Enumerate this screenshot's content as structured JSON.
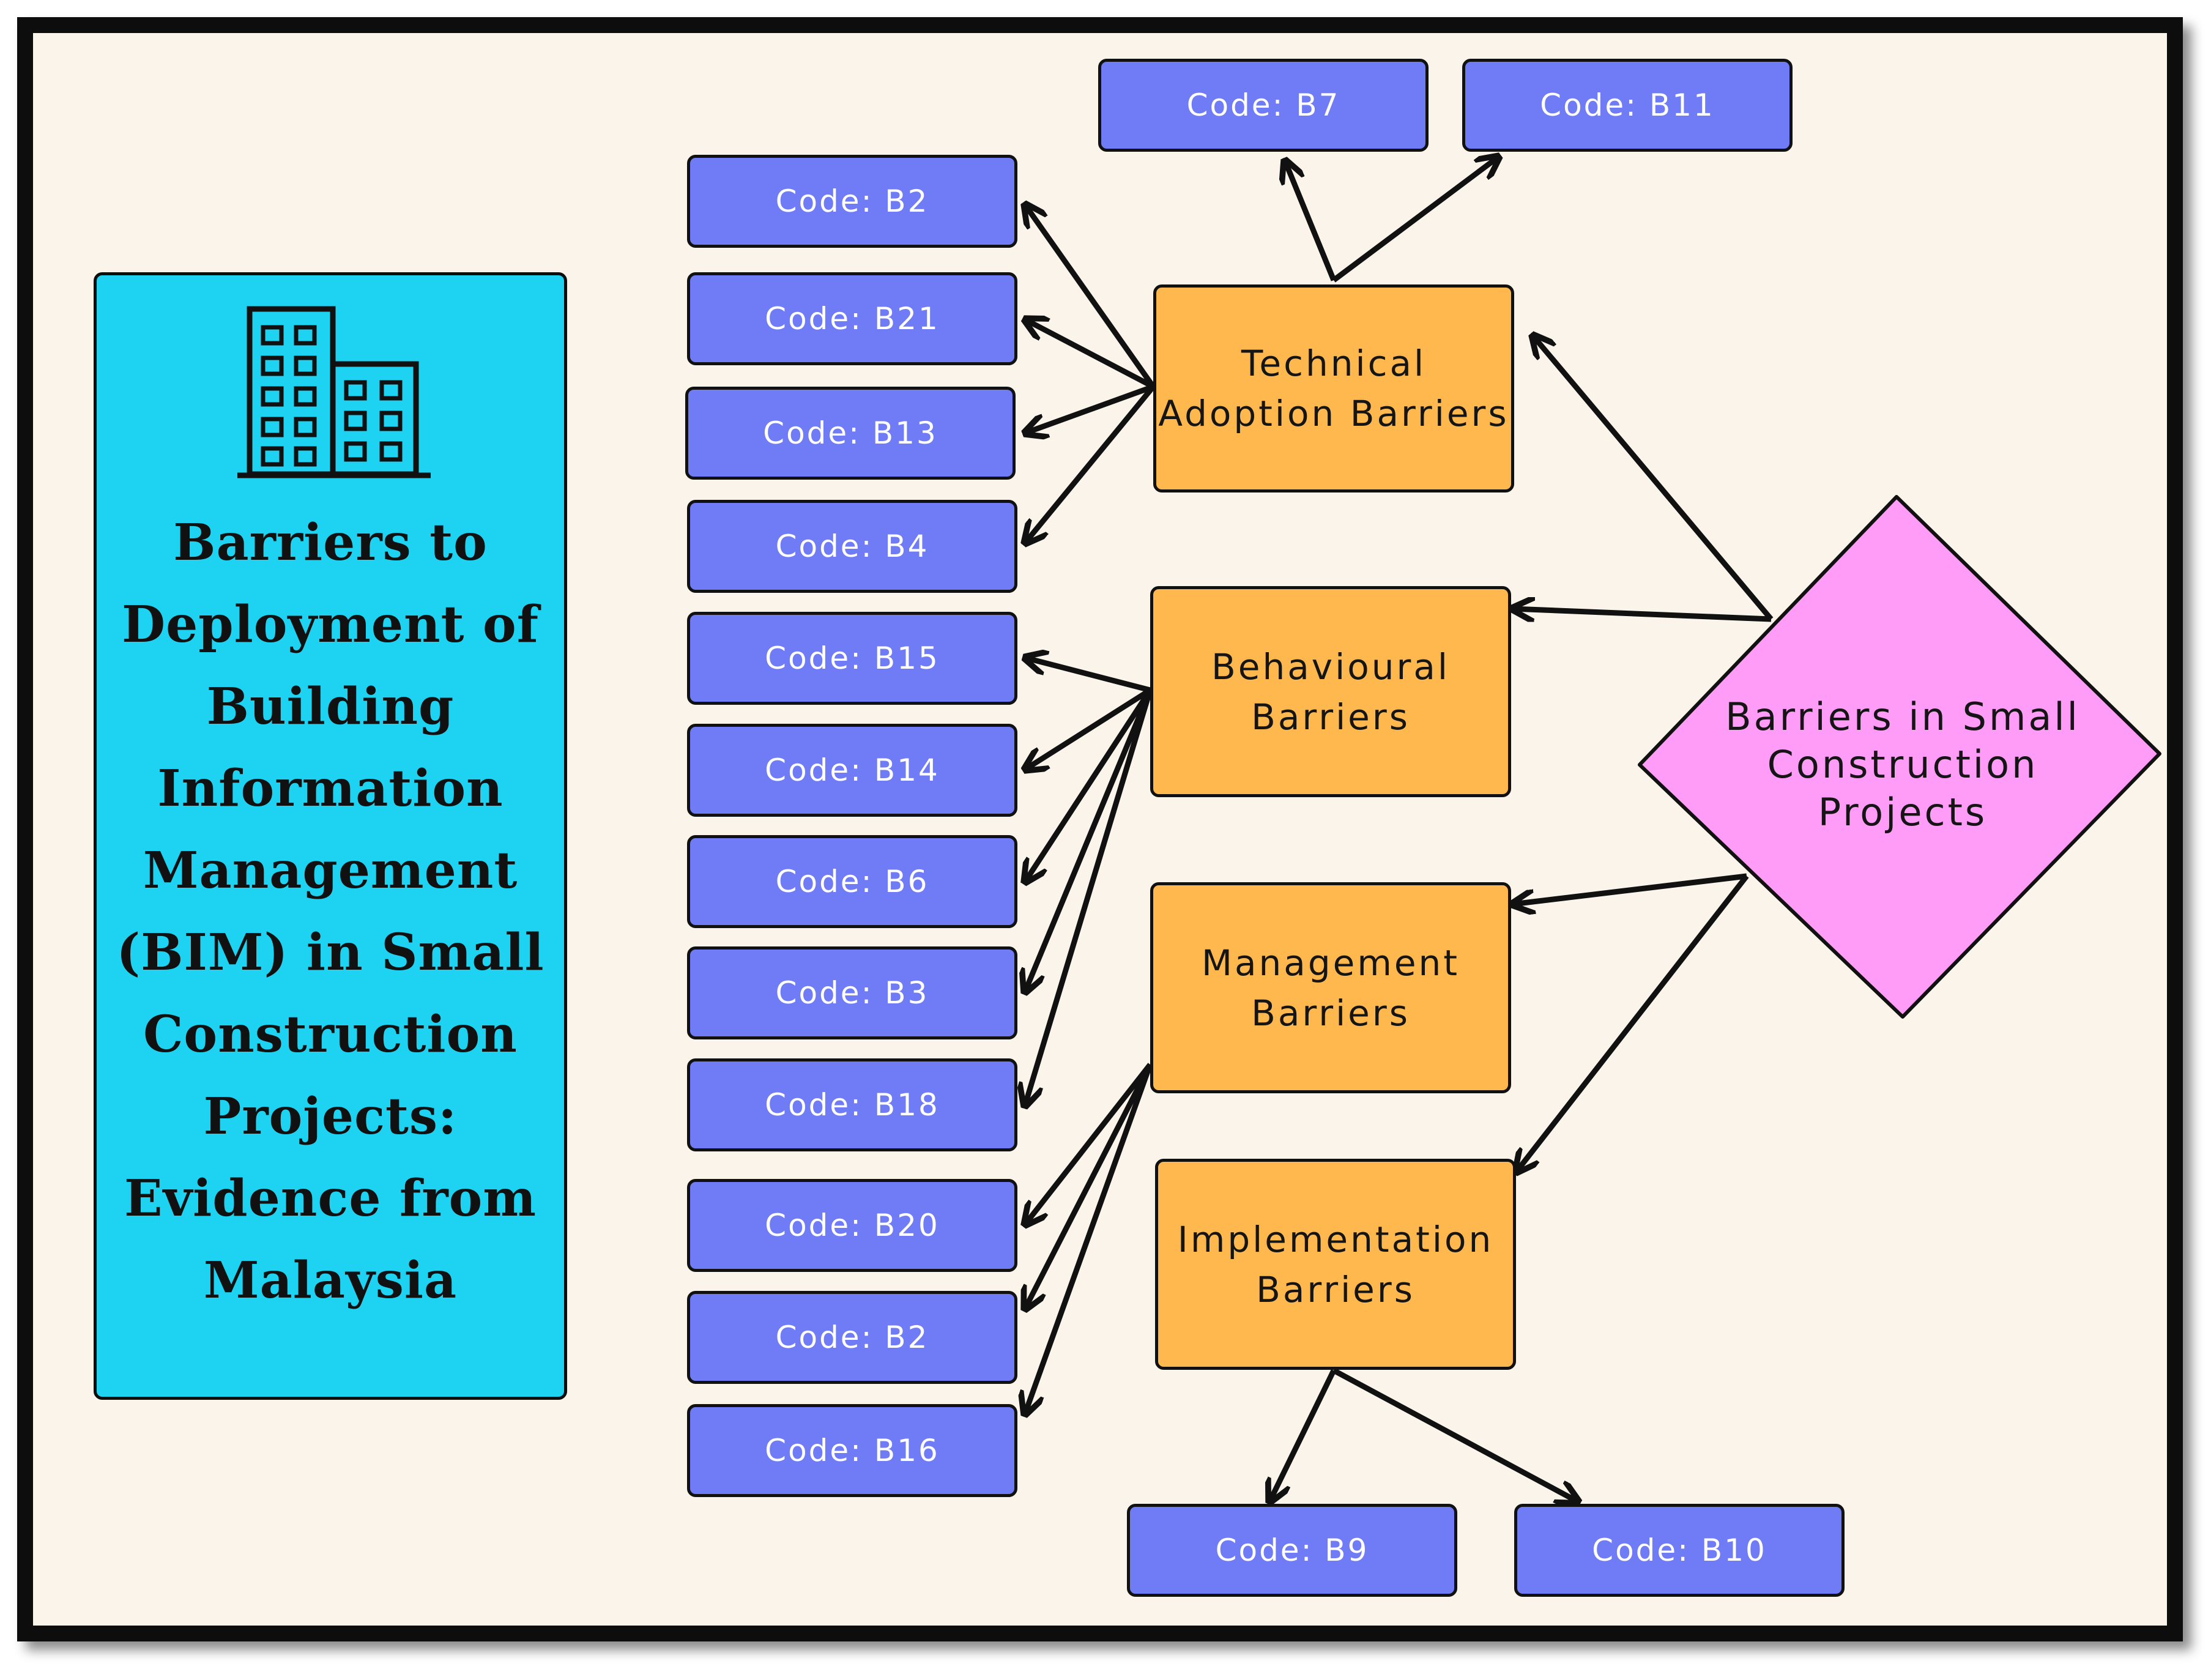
{
  "title_panel": {
    "icon": "office-buildings-icon",
    "title": "Barriers to Deployment of Building Information Management (BIM) in Small Construction Projects: Evidence from Malaysia"
  },
  "root": {
    "label": "Barriers in Small Construction Projects"
  },
  "categories": {
    "technical": "Technical Adoption Barriers",
    "behavioural": "Behavioural Barriers",
    "management": "Management Barriers",
    "implementation": "Implementation Barriers"
  },
  "codes": {
    "b7": "Code: B7",
    "b11": "Code: B11",
    "left": [
      "Code: B2",
      "Code: B21",
      "Code: B13",
      "Code: B4",
      "Code: B15",
      "Code: B14",
      "Code: B6",
      "Code: B3",
      "Code: B18",
      "Code: B20",
      "Code: B2",
      "Code: B16"
    ],
    "b9": "Code: B9",
    "b10": "Code: B10"
  },
  "colors": {
    "background": "#faf4ea",
    "title_panel": "#1ed3f2",
    "code_box": "#6f7cf5",
    "category_box": "#ffb84d",
    "root_diamond": "#ff9cf7",
    "outline": "#111111"
  }
}
